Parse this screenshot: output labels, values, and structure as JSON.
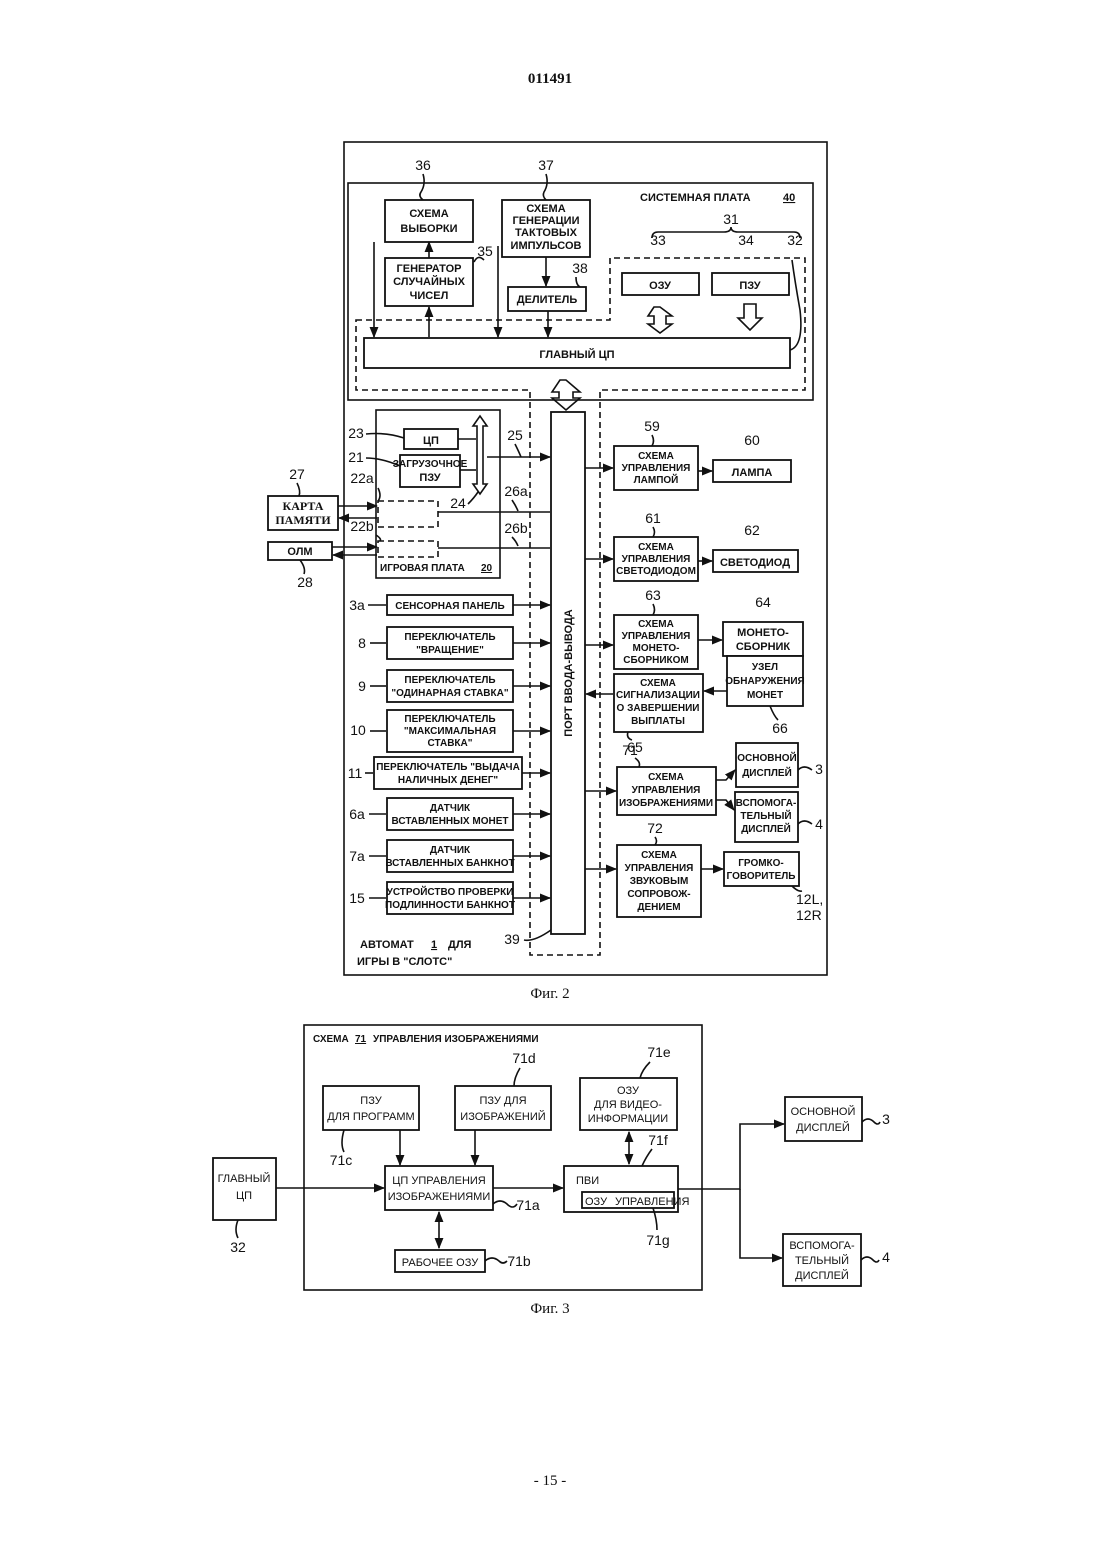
{
  "header": {
    "doc_number": "011491"
  },
  "footer": {
    "page": "- 15 -"
  },
  "fig2": {
    "caption": "Фиг. 2",
    "system_board": {
      "title": "СИСТЕМНАЯ ПЛАТА",
      "num": "40"
    },
    "machine": {
      "l1a": "АВТОМАТ",
      "num": "1",
      "l1b": "ДЛЯ",
      "l2": "ИГРЫ В \"СЛОТС\""
    },
    "game_board": {
      "title": "ИГРОВАЯ ПЛАТА",
      "num": "20"
    },
    "blocks": {
      "sampling": [
        "СХЕМА",
        "ВЫБОРКИ"
      ],
      "rng": [
        "ГЕНЕРАТОР",
        "СЛУЧАЙНЫХ",
        "ЧИСЕЛ"
      ],
      "clock": [
        "СХЕМА",
        "ГЕНЕРАЦИИ",
        "ТАКТОВЫХ",
        "ИМПУЛЬСОВ"
      ],
      "divider": "ДЕЛИТЕЛЬ",
      "ram": "ОЗУ",
      "rom": "ПЗУ",
      "main_cpu": "ГЛАВНЫЙ ЦП",
      "cpu": "ЦП",
      "boot_rom": [
        "ЗАГРУЗОЧНОЕ",
        "ПЗУ"
      ],
      "memory_card": [
        "КАРТА",
        "ПАМЯТИ"
      ],
      "olm": "ОЛМ",
      "io_port": "ПОРТ ВВОДА-ВЫВОДА",
      "touch_panel": "СЕНСОРНАЯ ПАНЕЛЬ",
      "sw_spin": [
        "ПЕРЕКЛЮЧАТЕЛЬ",
        "\"ВРАЩЕНИЕ\""
      ],
      "sw_single": [
        "ПЕРЕКЛЮЧАТЕЛЬ",
        "\"ОДИНАРНАЯ СТАВКА\""
      ],
      "sw_max": [
        "ПЕРЕКЛЮЧАТЕЛЬ",
        "\"МАКСИМАЛЬНАЯ",
        "СТАВКА\""
      ],
      "sw_cash": [
        "ПЕРЕКЛЮЧАТЕЛЬ \"ВЫДАЧА",
        "НАЛИЧНЫХ ДЕНЕГ\""
      ],
      "coin_sensor": [
        "ДАТЧИК",
        "ВСТАВЛЕННЫХ МОНЕТ"
      ],
      "bill_sensor": [
        "ДАТЧИК",
        "ВСТАВЛЕННЫХ БАНКНОТ"
      ],
      "bill_validator": [
        "УСТРОЙСТВО ПРОВЕРКИ",
        "ПОДЛИННОСТИ БАНКНОТ"
      ],
      "lamp_ctrl": [
        "СХЕМА",
        "УПРАВЛЕНИЯ",
        "ЛАМПОЙ"
      ],
      "lamp": "ЛАМПА",
      "led_ctrl": [
        "СХЕМА",
        "УПРАВЛЕНИЯ",
        "СВЕТОДИОДОМ"
      ],
      "led": "СВЕТОДИОД",
      "hopper_ctrl": [
        "СХЕМА",
        "УПРАВЛЕНИЯ",
        "МОНЕТО-",
        "СБОРНИКОМ"
      ],
      "hopper": [
        "МОНЕТО-",
        "СБОРНИК"
      ],
      "coin_detect": [
        "УЗЕЛ",
        "ОБНАРУЖЕНИЯ",
        "МОНЕТ"
      ],
      "payout_signal": [
        "СХЕМА",
        "СИГНАЛИЗАЦИИ",
        "О ЗАВЕРШЕНИИ",
        "ВЫПЛАТЫ"
      ],
      "image_ctrl": [
        "СХЕМА",
        "УПРАВЛЕНИЯ",
        "ИЗОБРАЖЕНИЯМИ"
      ],
      "main_display": [
        "ОСНОВНОЙ",
        "ДИСПЛЕЙ"
      ],
      "sub_display": [
        "ВСПОМОГА-",
        "ТЕЛЬНЫЙ",
        "ДИСПЛЕЙ"
      ],
      "sound_ctrl": [
        "СХЕМА",
        "УПРАВЛЕНИЯ",
        "ЗВУКОВЫМ",
        "СОПРОВОЖ-",
        "ДЕНИЕМ"
      ],
      "speaker": [
        "ГРОМКО-",
        "ГОВОРИТЕЛЬ"
      ]
    },
    "refs": {
      "r36": "36",
      "r37": "37",
      "r35": "35",
      "r38": "38",
      "r31": "31",
      "r33": "33",
      "r34": "34",
      "r32": "32",
      "r23": "23",
      "r21": "21",
      "r22a": "22a",
      "r22b": "22b",
      "r24": "24",
      "r25": "25",
      "r26a": "26a",
      "r26b": "26b",
      "r27": "27",
      "r28": "28",
      "r3a": "3a",
      "r8": "8",
      "r9": "9",
      "r10": "10",
      "r11": "11",
      "r6a": "6a",
      "r7a": "7a",
      "r15": "15",
      "r39": "39",
      "r59": "59",
      "r60": "60",
      "r61": "61",
      "r62": "62",
      "r63": "63",
      "r64": "64",
      "r65": "65",
      "r66": "66",
      "r71": "71",
      "r3": "3",
      "r4": "4",
      "r72": "72",
      "r12a": "12L,",
      "r12b": "12R"
    }
  },
  "fig3": {
    "caption": "Фиг. 3",
    "title_pre": "СХЕМА",
    "title_num": "71",
    "title_post": "УПРАВЛЕНИЯ ИЗОБРАЖЕНИЯМИ",
    "blocks": {
      "prog_rom": [
        "ПЗУ",
        "ДЛЯ ПРОГРАММ"
      ],
      "img_rom": [
        "ПЗУ ДЛЯ",
        "ИЗОБРАЖЕНИЙ"
      ],
      "vram": [
        "ОЗУ",
        "ДЛЯ ВИДЕО-",
        "ИНФОРМАЦИИ"
      ],
      "main_cpu": [
        "ГЛАВНЫЙ",
        "ЦП"
      ],
      "img_cpu": [
        "ЦП УПРАВЛЕНИЯ",
        "ИЗОБРАЖЕНИЯМИ"
      ],
      "pvi": "ПВИ",
      "ctrl_ram_a": "ОЗУ",
      "ctrl_ram_b": "УПРАВЛЕНИЯ",
      "work_ram": "РАБОЧЕЕ  ОЗУ",
      "main_display": [
        "ОСНОВНОЙ",
        "ДИСПЛЕЙ"
      ],
      "sub_display": [
        "ВСПОМОГА-",
        "ТЕЛЬНЫЙ",
        "ДИСПЛЕЙ"
      ]
    },
    "refs": {
      "r71d": "71d",
      "r71e": "71e",
      "r71c": "71c",
      "r71f": "71f",
      "r71a": "71a",
      "r71g": "71g",
      "r71b": "71b",
      "r32": "32",
      "r3": "3",
      "r4": "4"
    }
  }
}
